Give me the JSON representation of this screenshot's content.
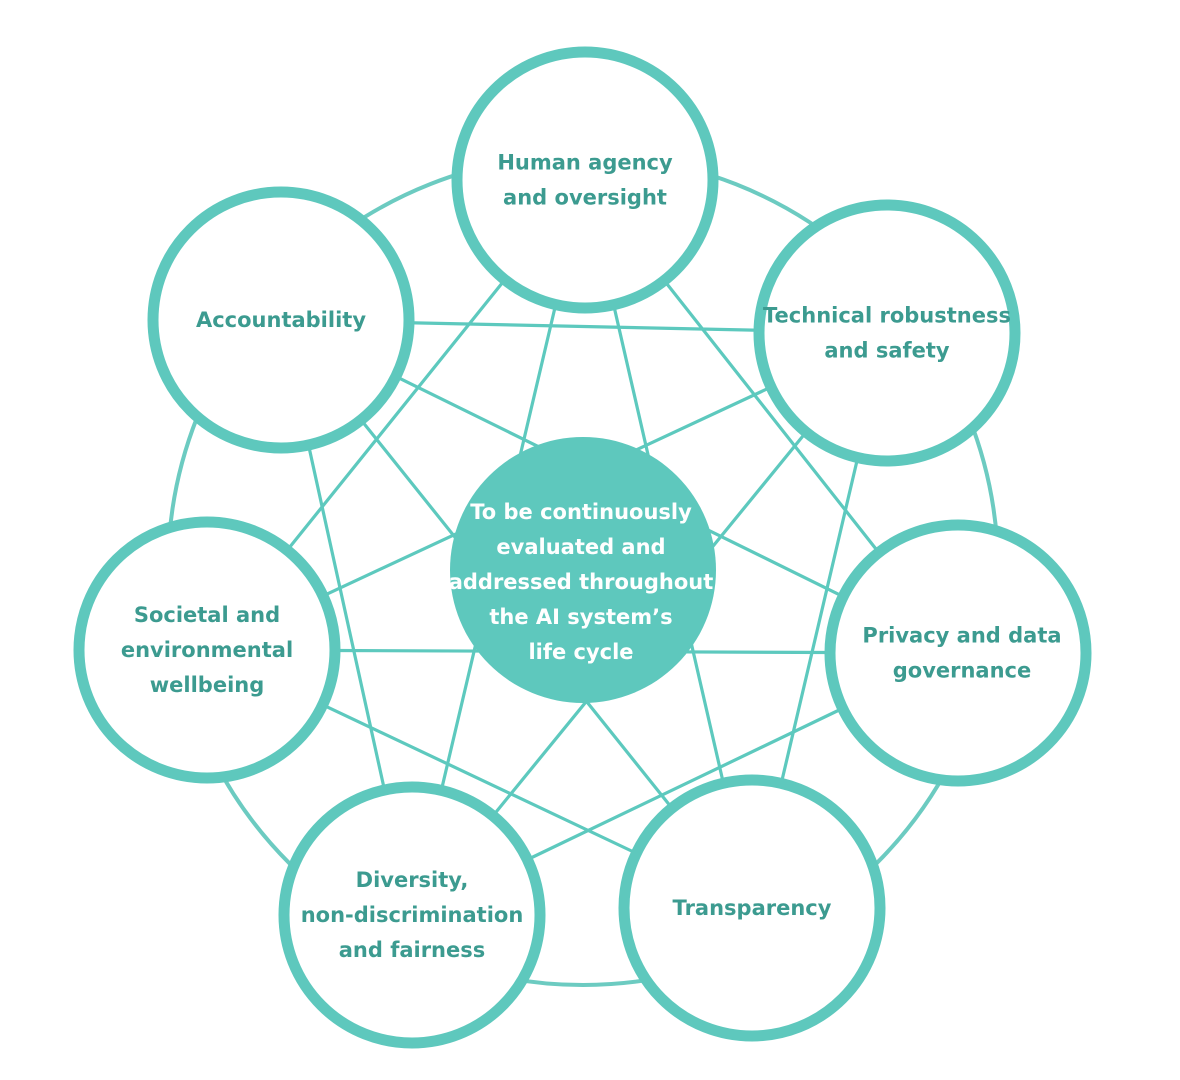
{
  "center": {
    "lines": [
      "To be continuously",
      "evaluated and",
      "addressed throughout",
      "the AI system’s",
      "life cycle"
    ]
  },
  "nodes": [
    {
      "id": "human-agency",
      "lines": [
        "Human agency",
        "and oversight"
      ]
    },
    {
      "id": "technical-robustness",
      "lines": [
        "Technical robustness",
        "and safety"
      ]
    },
    {
      "id": "privacy",
      "lines": [
        "Privacy and data",
        "governance"
      ]
    },
    {
      "id": "transparency",
      "lines": [
        "Transparency"
      ]
    },
    {
      "id": "diversity",
      "lines": [
        "Diversity,",
        "non-discrimination",
        "and fairness"
      ]
    },
    {
      "id": "societal",
      "lines": [
        "Societal and",
        "environmental",
        "wellbeing"
      ]
    },
    {
      "id": "accountability",
      "lines": [
        "Accountability"
      ]
    }
  ],
  "colors": {
    "teal": "#5ec8bd",
    "text": "#3c9b90",
    "center_text": "#ffffff"
  }
}
